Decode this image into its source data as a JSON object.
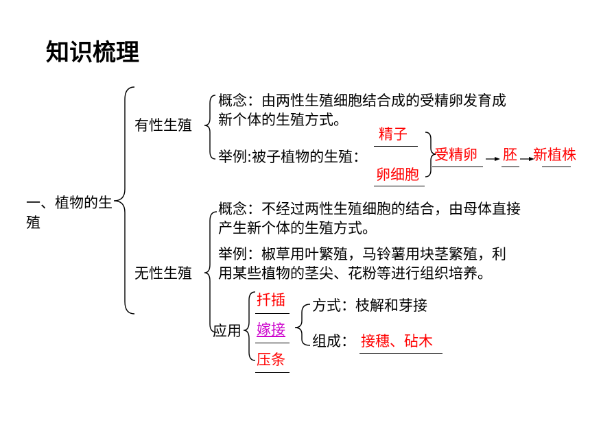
{
  "title": "知识梳理",
  "root": "一、植物的生殖",
  "sexual": {
    "label": "有性生殖",
    "concept": {
      "line1": "概念：由两性生殖细胞结合成的受精卵发育成",
      "line2": "新个体的生殖方式。"
    },
    "example_label": "举例:被子植物的生殖：",
    "sperm": "精子",
    "egg": "卵细胞",
    "zygote": "受精卵",
    "embryo": "胚",
    "new_plant": "新植株"
  },
  "asexual": {
    "label": "无性生殖",
    "concept": {
      "line1": "概念：不经过两性生殖细胞的结合，由母体直接",
      "line2": "产生新个体的生殖方式。"
    },
    "example": {
      "line1": "举例：椒草用叶繁殖，马铃薯用块茎繁殖，利",
      "line2": "用某些植物的茎尖、花粉等进行组织培养。"
    },
    "application_label": "应用",
    "methods": [
      "扦插",
      "嫁接",
      "压条"
    ],
    "grafting_way": "方式：枝解和芽接",
    "grafting_parts_label": "组成：",
    "grafting_parts": "接穗、砧木"
  }
}
